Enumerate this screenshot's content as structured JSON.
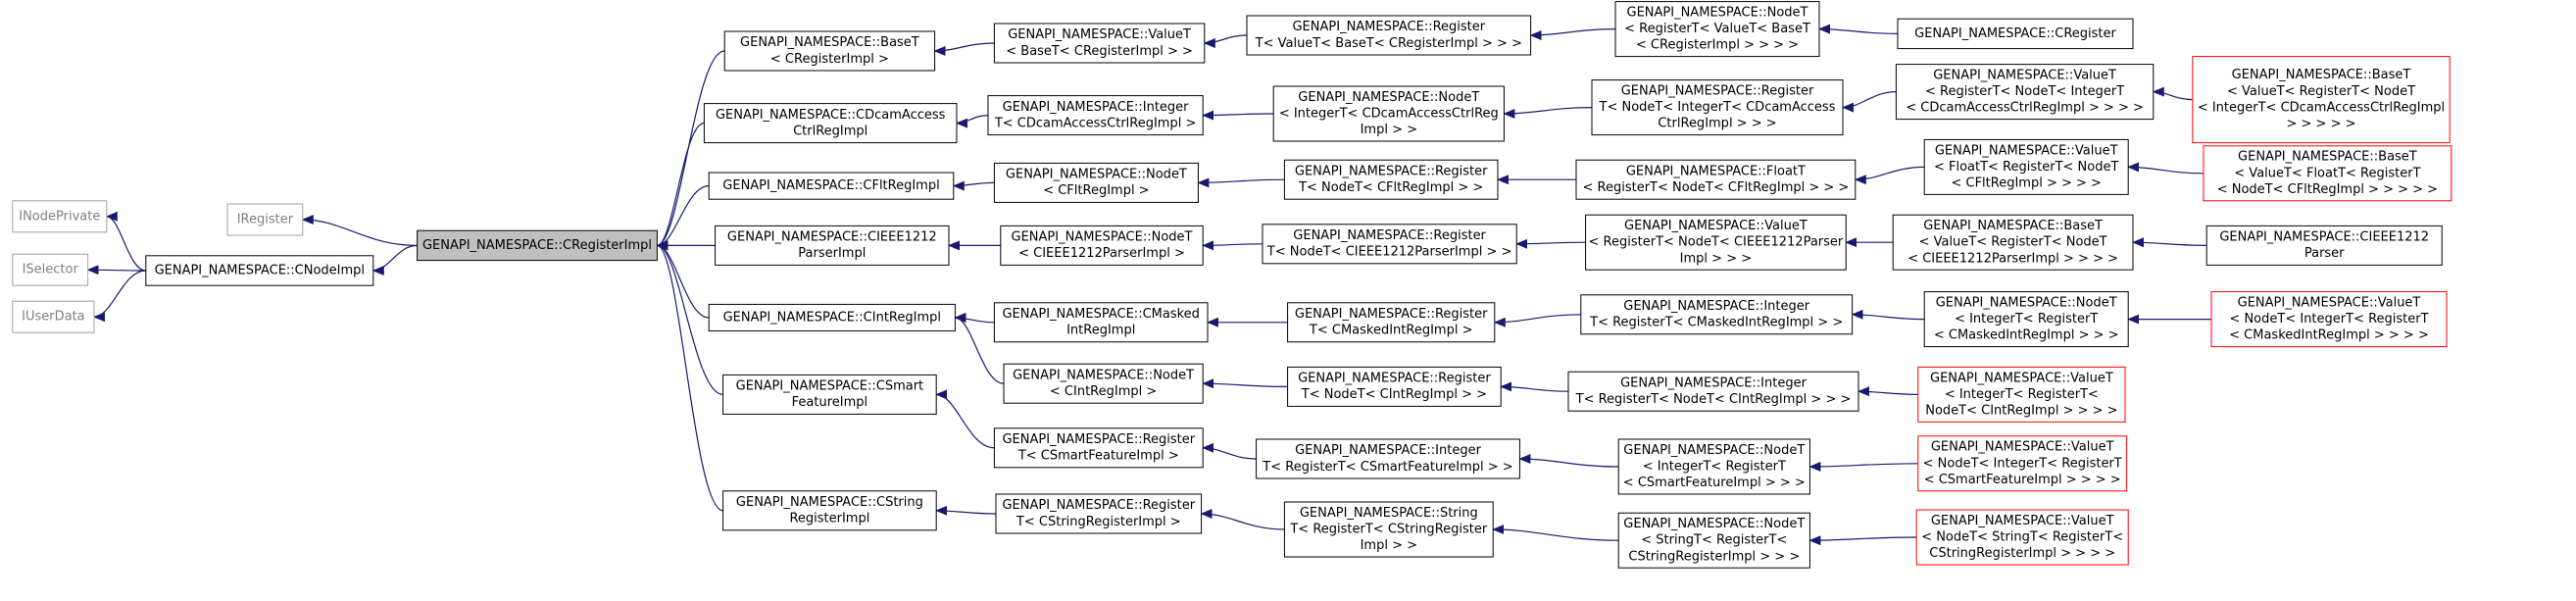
{
  "colors": {
    "edge": "#191970",
    "border_normal": "#000000",
    "border_gray": "#a0a0a0",
    "border_red": "#ff0000",
    "focus_fill": "#bfbfbf",
    "fill": "#ffffff",
    "text": "#000000",
    "text_gray": "#7f7f7f"
  },
  "nodes": {
    "inodeprivate": {
      "lines": [
        "INodePrivate"
      ],
      "style": "gray"
    },
    "iselector": {
      "lines": [
        "ISelector"
      ],
      "style": "gray"
    },
    "iuserdata": {
      "lines": [
        "IUserData"
      ],
      "style": "gray"
    },
    "iregister": {
      "lines": [
        "IRegister"
      ],
      "style": "gray"
    },
    "cnodeimpl": {
      "lines": [
        "GENAPI_NAMESPACE::CNodeImpl"
      ],
      "style": "normal"
    },
    "cregisterimpl": {
      "lines": [
        "GENAPI_NAMESPACE::CRegisterImpl"
      ],
      "style": "focus"
    },
    "baset_creg": {
      "lines": [
        "GENAPI_NAMESPACE::BaseT",
        "< CRegisterImpl >"
      ],
      "style": "normal"
    },
    "cdcam": {
      "lines": [
        "GENAPI_NAMESPACE::CDcamAccess",
        "CtrlRegImpl"
      ],
      "style": "normal"
    },
    "cflt": {
      "lines": [
        "GENAPI_NAMESPACE::CFltRegImpl"
      ],
      "style": "normal"
    },
    "cieee": {
      "lines": [
        "GENAPI_NAMESPACE::CIEEE1212",
        "ParserImpl"
      ],
      "style": "normal"
    },
    "cint": {
      "lines": [
        "GENAPI_NAMESPACE::CIntRegImpl"
      ],
      "style": "normal"
    },
    "csmart": {
      "lines": [
        "GENAPI_NAMESPACE::CSmart",
        "FeatureImpl"
      ],
      "style": "normal"
    },
    "cstring": {
      "lines": [
        "GENAPI_NAMESPACE::CString",
        "RegisterImpl"
      ],
      "style": "normal"
    },
    "valuet_baset": {
      "lines": [
        "GENAPI_NAMESPACE::ValueT",
        "< BaseT< CRegisterImpl > >"
      ],
      "style": "normal"
    },
    "integer_cdcam": {
      "lines": [
        "GENAPI_NAMESPACE::Integer",
        "T< CDcamAccessCtrlRegImpl >"
      ],
      "style": "normal"
    },
    "nodet_cflt": {
      "lines": [
        "GENAPI_NAMESPACE::NodeT",
        "< CFltRegImpl >"
      ],
      "style": "normal"
    },
    "nodet_cieee": {
      "lines": [
        "GENAPI_NAMESPACE::NodeT",
        "< CIEEE1212ParserImpl >"
      ],
      "style": "normal"
    },
    "cmasked": {
      "lines": [
        "GENAPI_NAMESPACE::CMasked",
        "IntRegImpl"
      ],
      "style": "normal"
    },
    "nodet_cint": {
      "lines": [
        "GENAPI_NAMESPACE::NodeT",
        "< CIntRegImpl >"
      ],
      "style": "normal"
    },
    "register_csmart": {
      "lines": [
        "GENAPI_NAMESPACE::Register",
        "T< CSmartFeatureImpl >"
      ],
      "style": "normal"
    },
    "register_cstring": {
      "lines": [
        "GENAPI_NAMESPACE::Register",
        "T< CStringRegisterImpl >"
      ],
      "style": "normal"
    },
    "register_valuet": {
      "lines": [
        "GENAPI_NAMESPACE::Register",
        "T< ValueT< BaseT< CRegisterImpl > > >"
      ],
      "style": "normal"
    },
    "nodet_integer_cdcam": {
      "lines": [
        "GENAPI_NAMESPACE::NodeT",
        "< IntegerT< CDcamAccessCtrlReg",
        "Impl > >"
      ],
      "style": "normal"
    },
    "register_nodet_cflt": {
      "lines": [
        "GENAPI_NAMESPACE::Register",
        "T< NodeT< CFltRegImpl > >"
      ],
      "style": "normal"
    },
    "register_nodet_cieee": {
      "lines": [
        "GENAPI_NAMESPACE::Register",
        "T< NodeT< CIEEE1212ParserImpl > >"
      ],
      "style": "normal"
    },
    "register_cmasked": {
      "lines": [
        "GENAPI_NAMESPACE::Register",
        "T< CMaskedIntRegImpl >"
      ],
      "style": "normal"
    },
    "register_nodet_cint": {
      "lines": [
        "GENAPI_NAMESPACE::Register",
        "T< NodeT< CIntRegImpl > >"
      ],
      "style": "normal"
    },
    "integer_register_csmart": {
      "lines": [
        "GENAPI_NAMESPACE::Integer",
        "T< RegisterT< CSmartFeatureImpl > >"
      ],
      "style": "normal"
    },
    "string_register_cstring": {
      "lines": [
        "GENAPI_NAMESPACE::String",
        "T< RegisterT< CStringRegister",
        "Impl > >"
      ],
      "style": "normal"
    },
    "nodet_register_valuet": {
      "lines": [
        "GENAPI_NAMESPACE::NodeT",
        "< RegisterT< ValueT< BaseT",
        "< CRegisterImpl > > > >"
      ],
      "style": "normal"
    },
    "register_nodet_integer_cdcam": {
      "lines": [
        "GENAPI_NAMESPACE::Register",
        "T< NodeT< IntegerT< CDcamAccess",
        "CtrlRegImpl > > >"
      ],
      "style": "normal"
    },
    "floatt_register": {
      "lines": [
        "GENAPI_NAMESPACE::FloatT",
        "< RegisterT< NodeT< CFltRegImpl > > >"
      ],
      "style": "normal"
    },
    "valuet_register_cieee": {
      "lines": [
        "GENAPI_NAMESPACE::ValueT",
        "< RegisterT< NodeT< CIEEE1212Parser",
        "Impl > > >"
      ],
      "style": "normal"
    },
    "integer_register_cmasked": {
      "lines": [
        "GENAPI_NAMESPACE::Integer",
        "T< RegisterT< CMaskedIntRegImpl > >"
      ],
      "style": "normal"
    },
    "integer_register_nodet_cint": {
      "lines": [
        "GENAPI_NAMESPACE::Integer",
        "T< RegisterT< NodeT< CIntRegImpl > > >"
      ],
      "style": "normal"
    },
    "nodet_integer_csmart": {
      "lines": [
        "GENAPI_NAMESPACE::NodeT",
        "< IntegerT< RegisterT",
        "< CSmartFeatureImpl > > >"
      ],
      "style": "normal"
    },
    "nodet_string_cstring": {
      "lines": [
        "GENAPI_NAMESPACE::NodeT",
        "< StringT< RegisterT<",
        "CStringRegisterImpl > > >"
      ],
      "style": "normal"
    },
    "cregister": {
      "lines": [
        "GENAPI_NAMESPACE::CRegister"
      ],
      "style": "normal"
    },
    "valuet_register_nodet_integer_cdcam": {
      "lines": [
        "GENAPI_NAMESPACE::ValueT",
        "< RegisterT< NodeT< IntegerT",
        "< CDcamAccessCtrlRegImpl > > > >"
      ],
      "style": "normal"
    },
    "valuet_floatt": {
      "lines": [
        "GENAPI_NAMESPACE::ValueT",
        "< FloatT< RegisterT< NodeT",
        "< CFltRegImpl > > > >"
      ],
      "style": "normal"
    },
    "baset_valuet_cieee": {
      "lines": [
        "GENAPI_NAMESPACE::BaseT",
        "< ValueT< RegisterT< NodeT",
        "< CIEEE1212ParserImpl > > > >"
      ],
      "style": "normal"
    },
    "nodet_integer_cmasked": {
      "lines": [
        "GENAPI_NAMESPACE::NodeT",
        "< IntegerT< RegisterT",
        "< CMaskedIntRegImpl > > >"
      ],
      "style": "normal"
    },
    "valuet_integer_nodet_cint": {
      "lines": [
        "GENAPI_NAMESPACE::ValueT",
        "< IntegerT< RegisterT<",
        "NodeT< CIntRegImpl > > > >"
      ],
      "style": "red"
    },
    "valuet_nodet_integer_csmart": {
      "lines": [
        "GENAPI_NAMESPACE::ValueT",
        "< NodeT< IntegerT< RegisterT",
        "< CSmartFeatureImpl > > > >"
      ],
      "style": "red"
    },
    "valuet_nodet_string_cstring": {
      "lines": [
        "GENAPI_NAMESPACE::ValueT",
        "< NodeT< StringT< RegisterT<",
        "CStringRegisterImpl > > > >"
      ],
      "style": "red"
    },
    "baset_valuet_cdcam": {
      "lines": [
        "GENAPI_NAMESPACE::BaseT",
        "< ValueT< RegisterT< NodeT",
        "< IntegerT< CDcamAccessCtrlRegImpl",
        "> > > > >"
      ],
      "style": "red"
    },
    "baset_valuet_cflt": {
      "lines": [
        "GENAPI_NAMESPACE::BaseT",
        "< ValueT< FloatT< RegisterT",
        "< NodeT< CFltRegImpl > > > > >"
      ],
      "style": "red"
    },
    "cieee1212parser": {
      "lines": [
        "GENAPI_NAMESPACE::CIEEE1212",
        "Parser"
      ],
      "style": "normal"
    },
    "valuet_nodet_cmasked": {
      "lines": [
        "GENAPI_NAMESPACE::ValueT",
        "< NodeT< IntegerT< RegisterT",
        "< CMaskedIntRegImpl > > > >"
      ],
      "style": "red"
    }
  },
  "edges": [
    [
      "cnodeimpl",
      "inodeprivate"
    ],
    [
      "cnodeimpl",
      "iselector"
    ],
    [
      "cnodeimpl",
      "iuserdata"
    ],
    [
      "cregisterimpl",
      "cnodeimpl"
    ],
    [
      "cregisterimpl",
      "iregister"
    ],
    [
      "baset_creg",
      "cregisterimpl"
    ],
    [
      "cdcam",
      "cregisterimpl"
    ],
    [
      "cflt",
      "cregisterimpl"
    ],
    [
      "cieee",
      "cregisterimpl"
    ],
    [
      "cint",
      "cregisterimpl"
    ],
    [
      "csmart",
      "cregisterimpl"
    ],
    [
      "cstring",
      "cregisterimpl"
    ],
    [
      "valuet_baset",
      "baset_creg"
    ],
    [
      "integer_cdcam",
      "cdcam"
    ],
    [
      "nodet_cflt",
      "cflt"
    ],
    [
      "nodet_cieee",
      "cieee"
    ],
    [
      "cmasked",
      "cint"
    ],
    [
      "nodet_cint",
      "cint"
    ],
    [
      "register_csmart",
      "csmart"
    ],
    [
      "register_cstring",
      "cstring"
    ],
    [
      "register_valuet",
      "valuet_baset"
    ],
    [
      "nodet_integer_cdcam",
      "integer_cdcam"
    ],
    [
      "register_nodet_cflt",
      "nodet_cflt"
    ],
    [
      "register_nodet_cieee",
      "nodet_cieee"
    ],
    [
      "register_cmasked",
      "cmasked"
    ],
    [
      "register_nodet_cint",
      "nodet_cint"
    ],
    [
      "integer_register_csmart",
      "register_csmart"
    ],
    [
      "string_register_cstring",
      "register_cstring"
    ],
    [
      "nodet_register_valuet",
      "register_valuet"
    ],
    [
      "register_nodet_integer_cdcam",
      "nodet_integer_cdcam"
    ],
    [
      "floatt_register",
      "register_nodet_cflt"
    ],
    [
      "valuet_register_cieee",
      "register_nodet_cieee"
    ],
    [
      "integer_register_cmasked",
      "register_cmasked"
    ],
    [
      "integer_register_nodet_cint",
      "register_nodet_cint"
    ],
    [
      "nodet_integer_csmart",
      "integer_register_csmart"
    ],
    [
      "nodet_string_cstring",
      "string_register_cstring"
    ],
    [
      "cregister",
      "nodet_register_valuet"
    ],
    [
      "valuet_register_nodet_integer_cdcam",
      "register_nodet_integer_cdcam"
    ],
    [
      "valuet_floatt",
      "floatt_register"
    ],
    [
      "baset_valuet_cieee",
      "valuet_register_cieee"
    ],
    [
      "nodet_integer_cmasked",
      "integer_register_cmasked"
    ],
    [
      "valuet_integer_nodet_cint",
      "integer_register_nodet_cint"
    ],
    [
      "valuet_nodet_integer_csmart",
      "nodet_integer_csmart"
    ],
    [
      "valuet_nodet_string_cstring",
      "nodet_string_cstring"
    ],
    [
      "baset_valuet_cdcam",
      "valuet_register_nodet_integer_cdcam"
    ],
    [
      "baset_valuet_cflt",
      "valuet_floatt"
    ],
    [
      "cieee1212parser",
      "baset_valuet_cieee"
    ],
    [
      "valuet_nodet_cmasked",
      "nodet_integer_cmasked"
    ]
  ]
}
